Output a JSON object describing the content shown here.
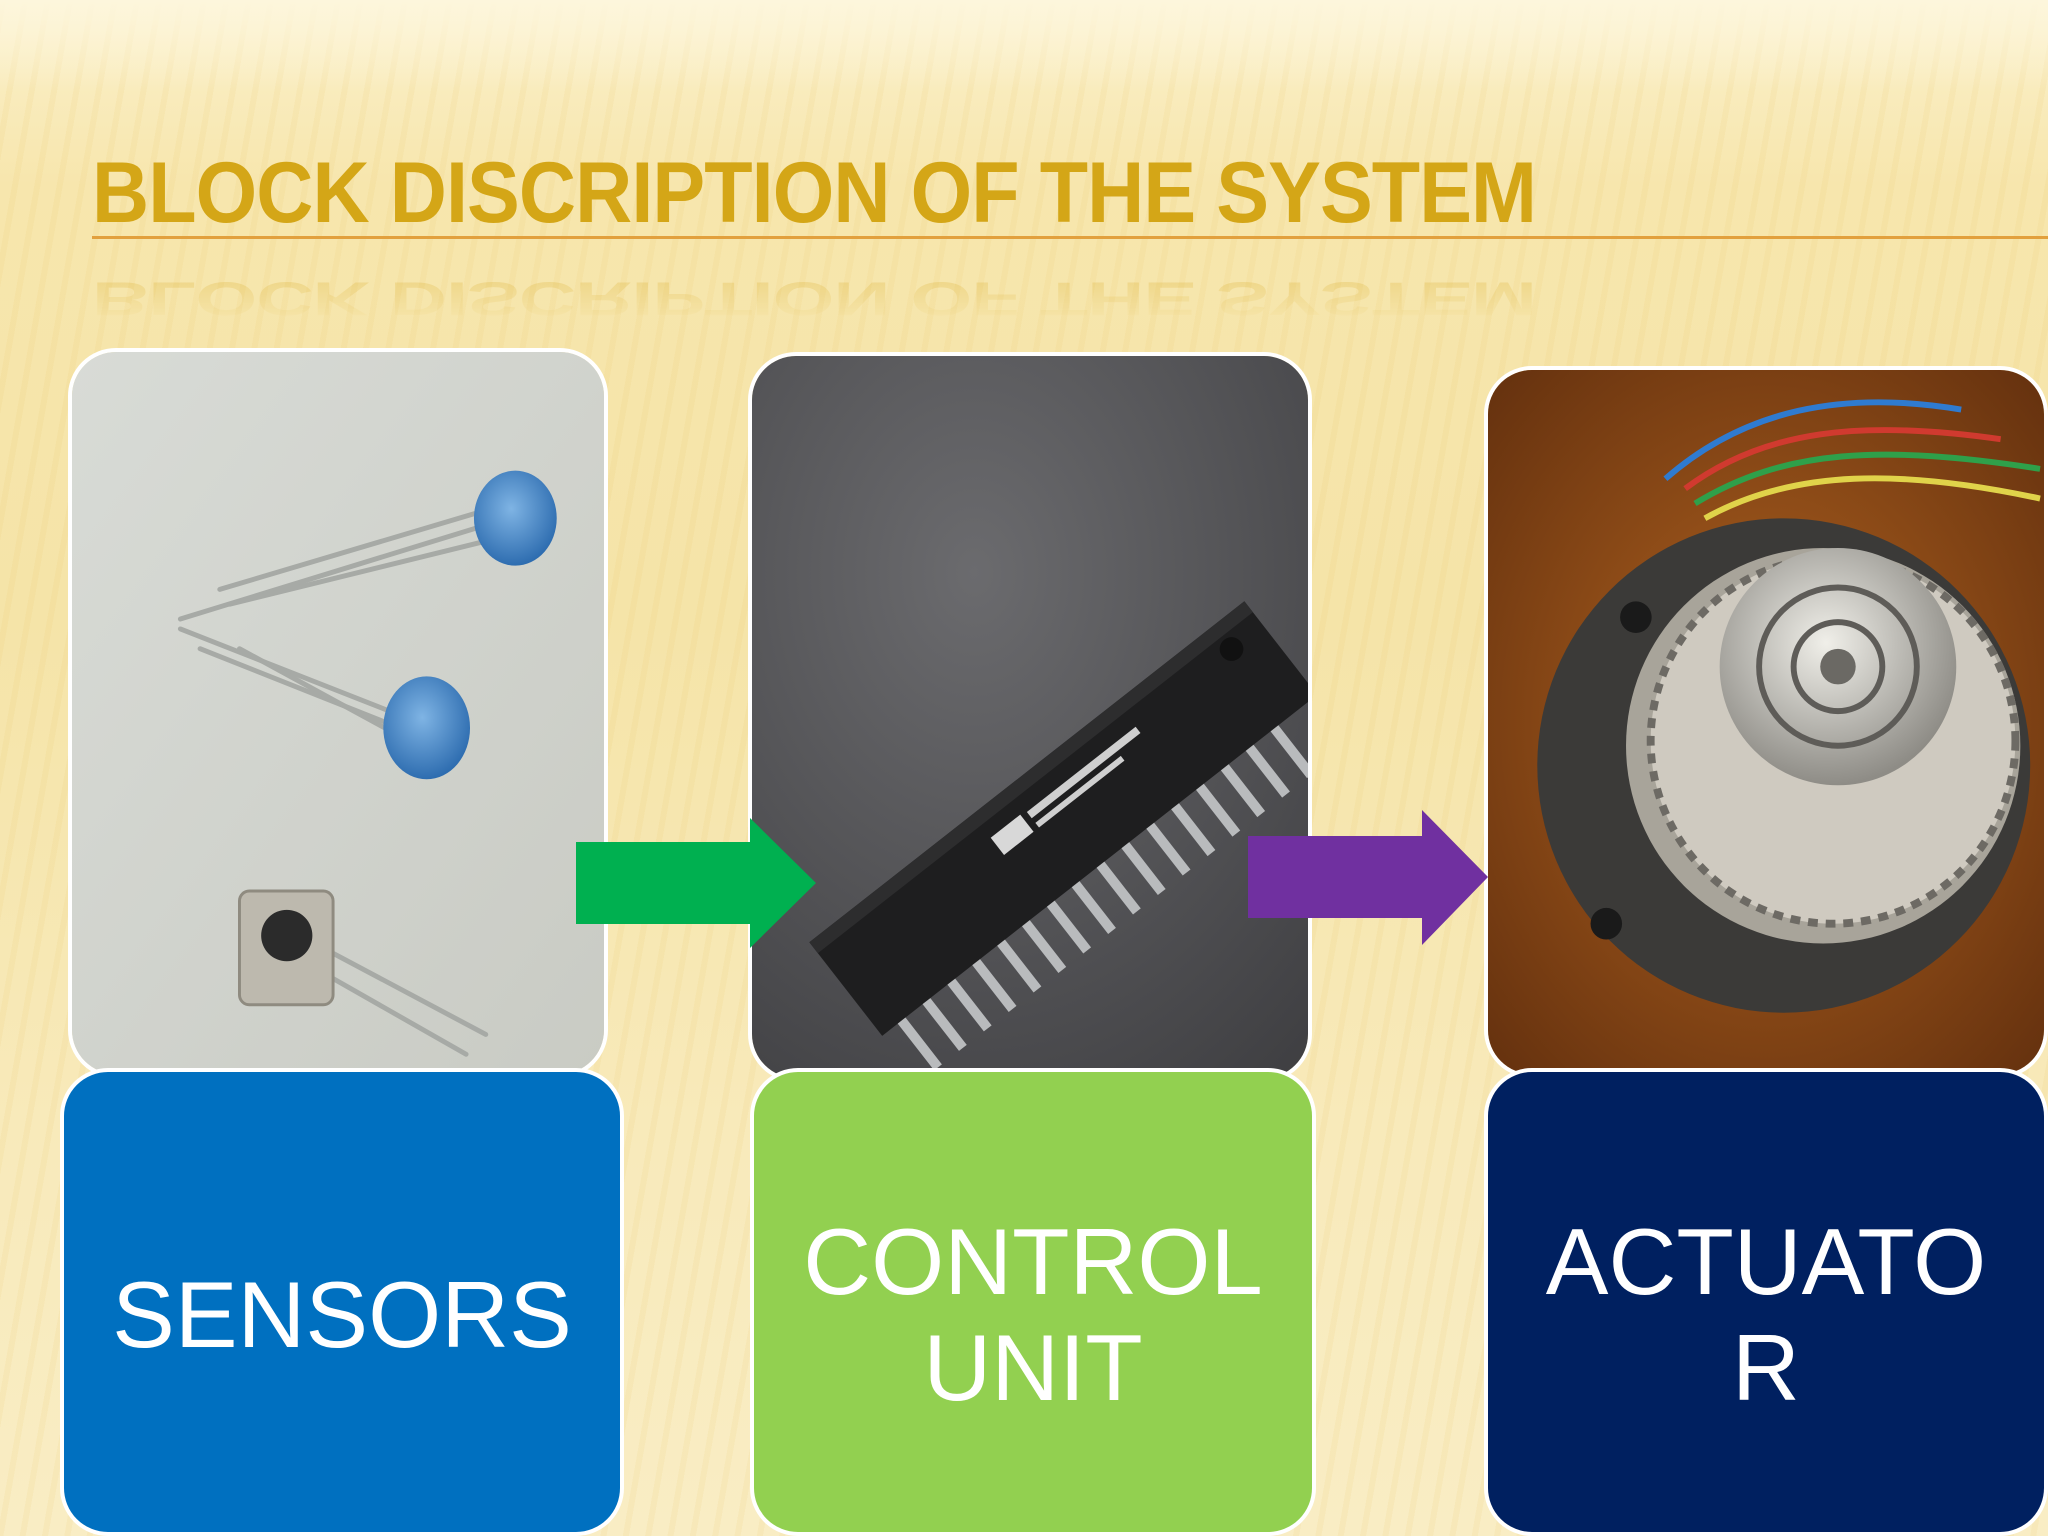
{
  "slide": {
    "title": "BLOCK DISCRIPTION OF THE SYSTEM"
  },
  "blocks": [
    {
      "label": "SENSORS",
      "color": "#0070c0"
    },
    {
      "label": "CONTROL UNIT",
      "color": "#92d050"
    },
    {
      "label": "ACTUATOR",
      "color": "#002060"
    }
  ],
  "arrows": [
    {
      "color": "#00b050"
    },
    {
      "color": "#7030a0"
    }
  ]
}
